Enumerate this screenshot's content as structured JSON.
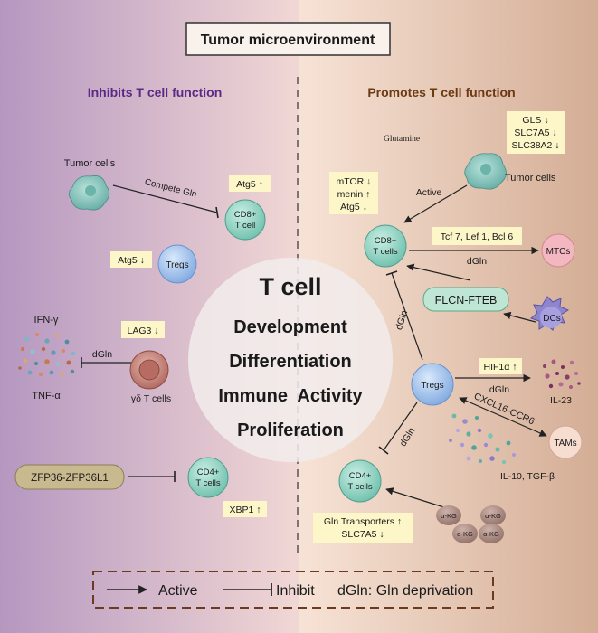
{
  "title": "Tumor microenvironment",
  "left_header": "Inhibits T cell function",
  "right_header": "Promotes T cell function",
  "center": {
    "title": "T cell",
    "items": [
      "Development",
      "Differentiation",
      "Immune  Activity",
      "Proliferation"
    ]
  },
  "left": {
    "tumor_cells": "Tumor cells",
    "compete_gln": "Compete Gln",
    "atg5_up": "Atg5 ↑",
    "cd8_line1": "CD8+",
    "cd8_line2": "T cell",
    "atg5_down": "Atg5 ↓",
    "tregs": "Tregs",
    "ifn": "IFN-γ",
    "tnf": "TNF-α",
    "dgln": "dGln",
    "lag3": "LAG3 ↓",
    "gd_tcells": "γδ T cells",
    "zfp": "ZFP36-ZFP36L1",
    "cd4_line1": "CD4+",
    "cd4_line2": "T cells",
    "xbp1": "XBP1 ↑"
  },
  "right": {
    "glutamine": "Glutamine",
    "gls_box": [
      "GLS ↓",
      "SLC7A5 ↓",
      "SLC38A2 ↓"
    ],
    "tumor_cells": "Tumor cells",
    "active": "Active",
    "mtor_box": [
      "mTOR ↓",
      "menin ↑",
      "Atg5 ↓"
    ],
    "cd8_line1": "CD8+",
    "cd8_line2": "T cells",
    "tcf_box": "Tcf 7, Lef 1, Bcl 6",
    "dgln_mtc": "dGln",
    "mtcs": "MTCs",
    "flcn": "FLCN-FTEB",
    "dcs": "DCs",
    "dgln_vertical": "dGln",
    "tregs": "Tregs",
    "hif_box": "HIF1α ↑",
    "dgln_il23": "dGln",
    "il23": "IL-23",
    "cxcl": "CXCL16-CCR6",
    "tams": "TAMs",
    "dgln_cd4": "dGln",
    "il10": "IL-10, TGF-β",
    "cd4_line1": "CD4+",
    "cd4_line2": "T cells",
    "akg": [
      "α-KG",
      "α-KG",
      "α-KG",
      "α-KG"
    ],
    "gln_box": [
      "Gln Transporters ↑",
      "SLC7A5 ↓"
    ]
  },
  "legend": {
    "active": "Active",
    "inhibit": "Inhibit",
    "dgln": "dGln: Gln deprivation"
  },
  "colors": {
    "left_header": "#5b2a86",
    "right_header": "#6b3a12",
    "label_box": "#fdf6c8",
    "cd_cell": "#8fd1c2",
    "tregs": "#a9c9ef",
    "flcn": "#bfe6d4",
    "zfp": "#c9b98e"
  }
}
